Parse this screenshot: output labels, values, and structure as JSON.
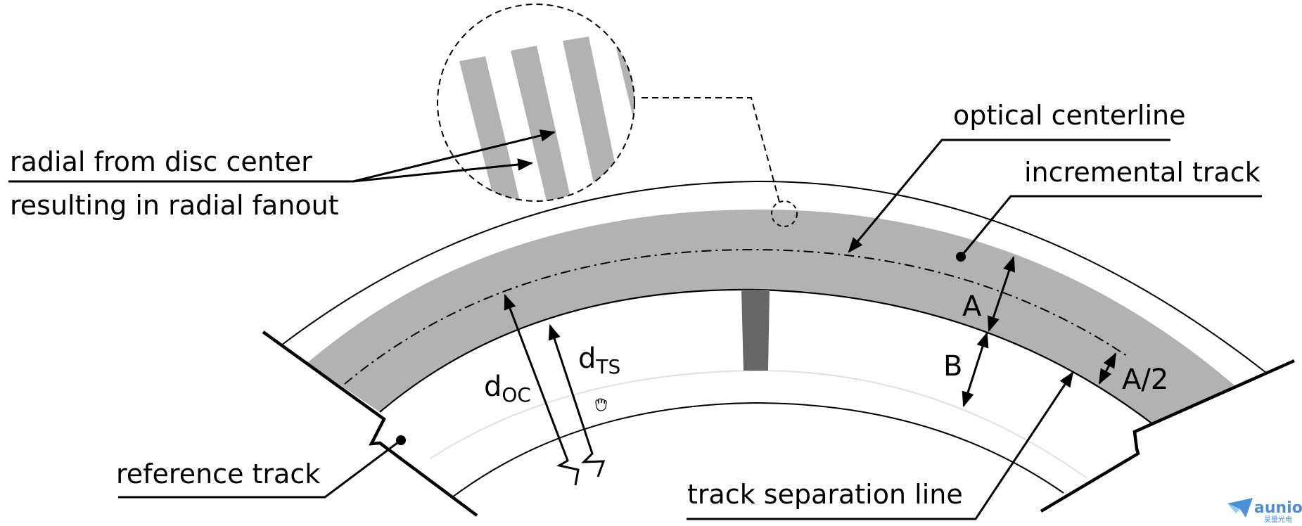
{
  "diagram": {
    "title": "Encoder disc track layout",
    "colors": {
      "track_fill": "#b2b2b2",
      "radial_bar": "#666666",
      "reference_line": "#e0e0e0",
      "line": "#000000",
      "logo_blue": "#4a90d9",
      "logo_light": "#8fd0f0"
    },
    "labels": {
      "radial_line1": "radial from disc center",
      "radial_line2": "resulting in radial fanout",
      "optical_centerline": "optical centerline",
      "incremental_track": "incremental track",
      "reference_track": "reference track",
      "track_separation_line": "track separation line"
    },
    "dimensions": {
      "a": "A",
      "b": "B",
      "a_half": "A/2",
      "d_oc_main": "d",
      "d_oc_sub": "OC",
      "d_ts_main": "d",
      "d_ts_sub": "TS"
    },
    "icons": {
      "cursor": "hand-cursor-icon"
    },
    "logo": {
      "text": "aunion",
      "subtext": "昊量光电"
    }
  }
}
